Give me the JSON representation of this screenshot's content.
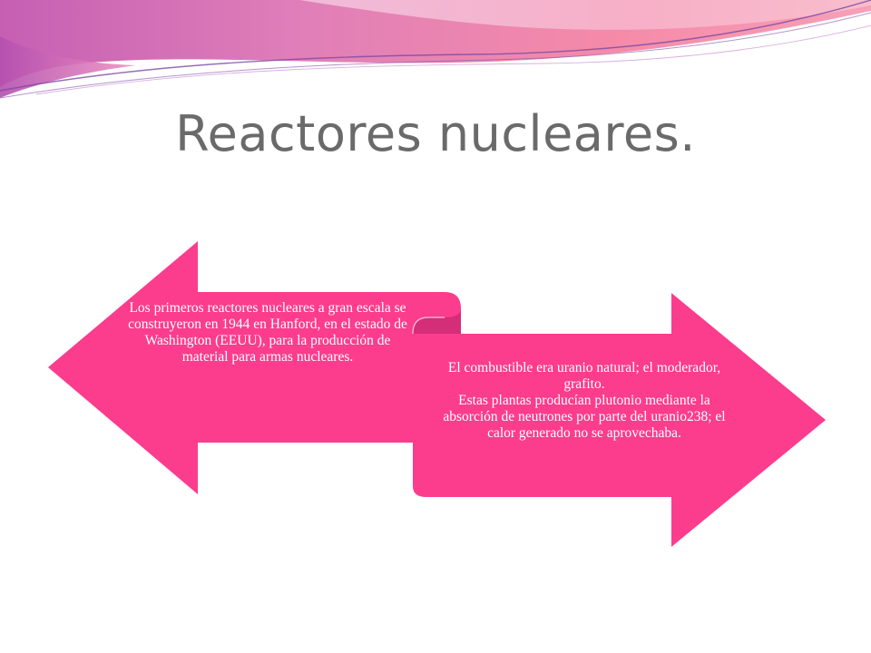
{
  "slide": {
    "title": "Reactores nucleares."
  },
  "diagram": {
    "left_arrow": {
      "direction": "left",
      "text": "Los primeros reactores nucleares a gran escala se construyeron en 1944 en Hanford, en el estado de Washington (EEUU), para la producción de material para armas nucleares."
    },
    "right_arrow": {
      "direction": "right",
      "line1": "El combustible era uranio natural; el moderador, grafito.",
      "line2": "Estas plantas producían plutonio mediante la absorción de neutrones por parte del uranio238; el calor generado no se aprovechaba."
    }
  },
  "colors": {
    "arrow_fill": "#FC3C8C",
    "arrow_fold": "#D42E78",
    "title_text": "#6A6A6A",
    "banner_pink": "#F08AB0",
    "banner_purple": "#B05AB8"
  }
}
